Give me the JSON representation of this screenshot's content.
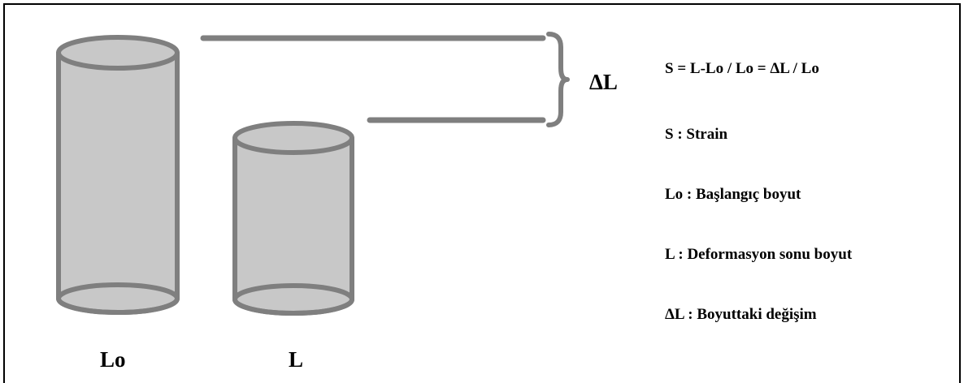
{
  "cylinders": {
    "original_label": "Lo",
    "deformed_label": "L"
  },
  "difference_label": "ΔL",
  "legend": {
    "formula": "S = L-Lo / Lo = ΔL / Lo",
    "items": [
      "S : Strain",
      "Lo : Başlangıç boyut",
      "L : Deformasyon sonu boyut",
      "ΔL : Boyuttaki değişim"
    ]
  },
  "colors": {
    "cylinder_fill": "#c8c8c8",
    "cylinder_stroke": "#7f7f7f",
    "text": "#000000",
    "frame": "#000000"
  }
}
